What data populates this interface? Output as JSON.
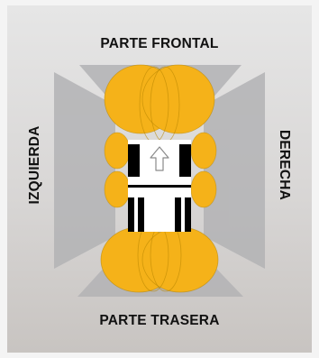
{
  "labels": {
    "front": "PARTE FRONTAL",
    "rear": "PARTE TRASERA",
    "left": "IZQUIERDA",
    "right": "DERECHA"
  },
  "colors": {
    "sensor_lobe": "#f5b219",
    "lobe_outline": "#b88600",
    "detection_zone": "#b3b3b5",
    "car_body": "#ffffff",
    "tires": "#000000"
  },
  "icons": {
    "direction": "up-arrow-icon"
  }
}
